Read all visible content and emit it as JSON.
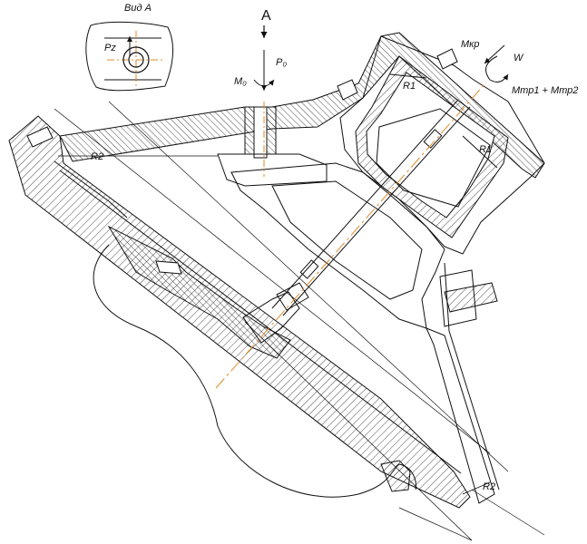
{
  "labels": {
    "view": "Вид А",
    "pz": "Pz",
    "arrow_a": "A",
    "p0": "P₀",
    "m0": "M₀",
    "mkr": "Mкр",
    "w": "W",
    "mtr": "Mтр1 + Mтр2",
    "r1_top": "R1",
    "r1_right": "R1",
    "r2_left": "R2",
    "r2_bottom": "R2"
  },
  "colors": {
    "line": "#111111",
    "axis": "#e08a2a",
    "hatch": "#222222"
  }
}
